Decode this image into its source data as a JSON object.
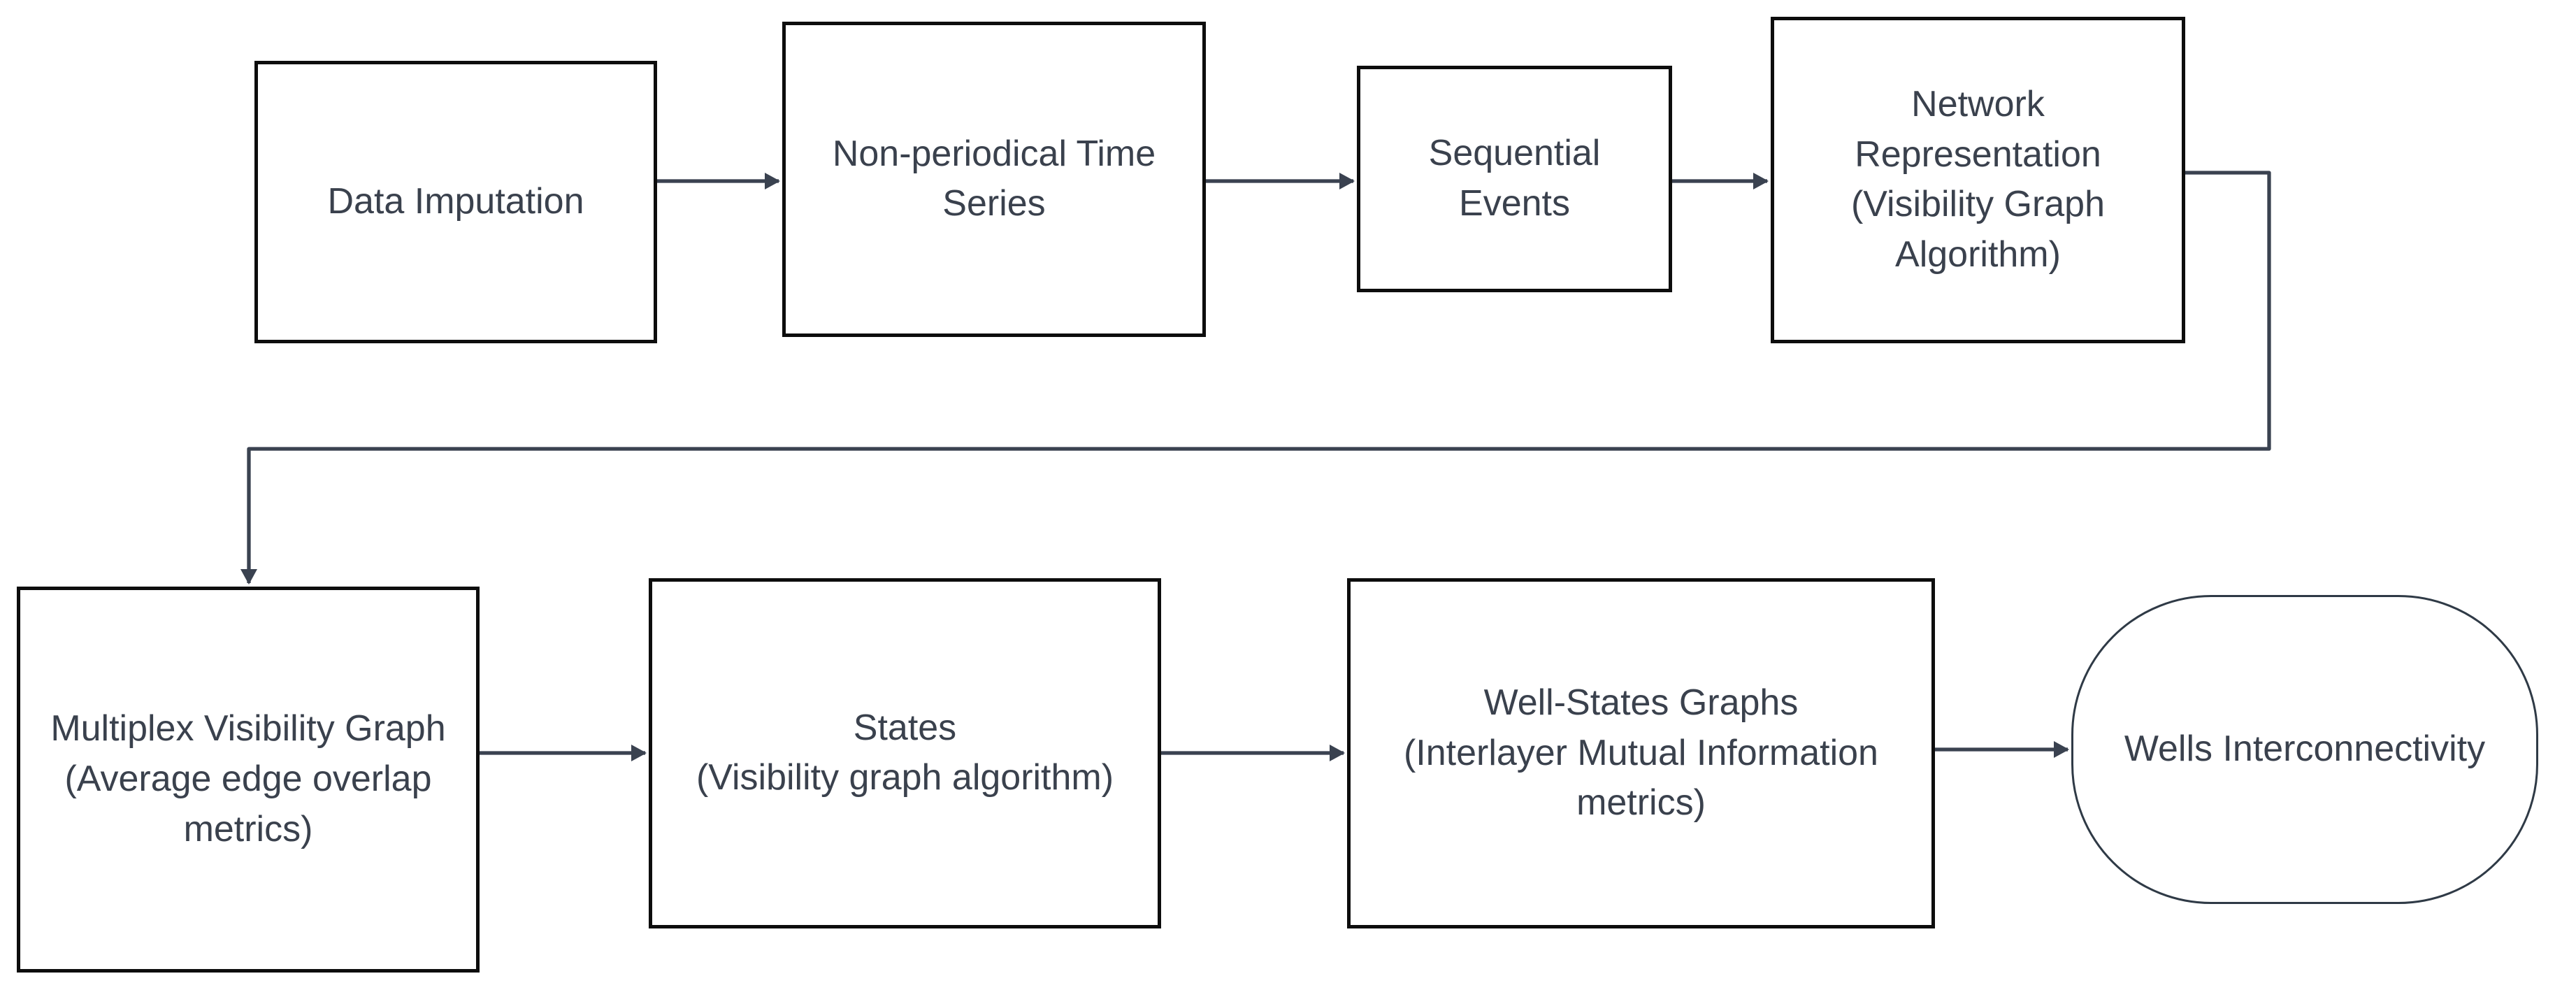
{
  "diagram": {
    "title": "Wells interconnectivity workflow flowchart",
    "colors": {
      "background": "#ffffff",
      "process_box_border": "#0d0d0d",
      "terminal_border": "#2f3a46",
      "edge": "#3a4250",
      "text": "#3a414d"
    }
  },
  "nodes": [
    {
      "id": "data-imputation",
      "shape": "rect",
      "label": "Data Imputation"
    },
    {
      "id": "non-periodical-time-series",
      "shape": "rect",
      "label": "Non-periodical Time\nSeries"
    },
    {
      "id": "sequential-events",
      "shape": "rect",
      "label": "Sequential\nEvents"
    },
    {
      "id": "network-representation",
      "shape": "rect",
      "label": "Network\nRepresentation\n(Visibility Graph\nAlgorithm)"
    },
    {
      "id": "multiplex-visibility-graph",
      "shape": "rect",
      "label": "Multiplex Visibility Graph\n(Average edge overlap\nmetrics)"
    },
    {
      "id": "states",
      "shape": "rect",
      "label": "States\n(Visibility graph algorithm)"
    },
    {
      "id": "well-states-graphs",
      "shape": "rect",
      "label": "Well-States Graphs\n(Interlayer Mutual Information\nmetrics)"
    },
    {
      "id": "wells-interconnectivity",
      "shape": "stadium",
      "label": "Wells Interconnectivity"
    }
  ],
  "edges": [
    {
      "from": "data-imputation",
      "to": "non-periodical-time-series"
    },
    {
      "from": "non-periodical-time-series",
      "to": "sequential-events"
    },
    {
      "from": "sequential-events",
      "to": "network-representation"
    },
    {
      "from": "network-representation",
      "to": "multiplex-visibility-graph"
    },
    {
      "from": "multiplex-visibility-graph",
      "to": "states"
    },
    {
      "from": "states",
      "to": "well-states-graphs"
    },
    {
      "from": "well-states-graphs",
      "to": "wells-interconnectivity"
    }
  ]
}
